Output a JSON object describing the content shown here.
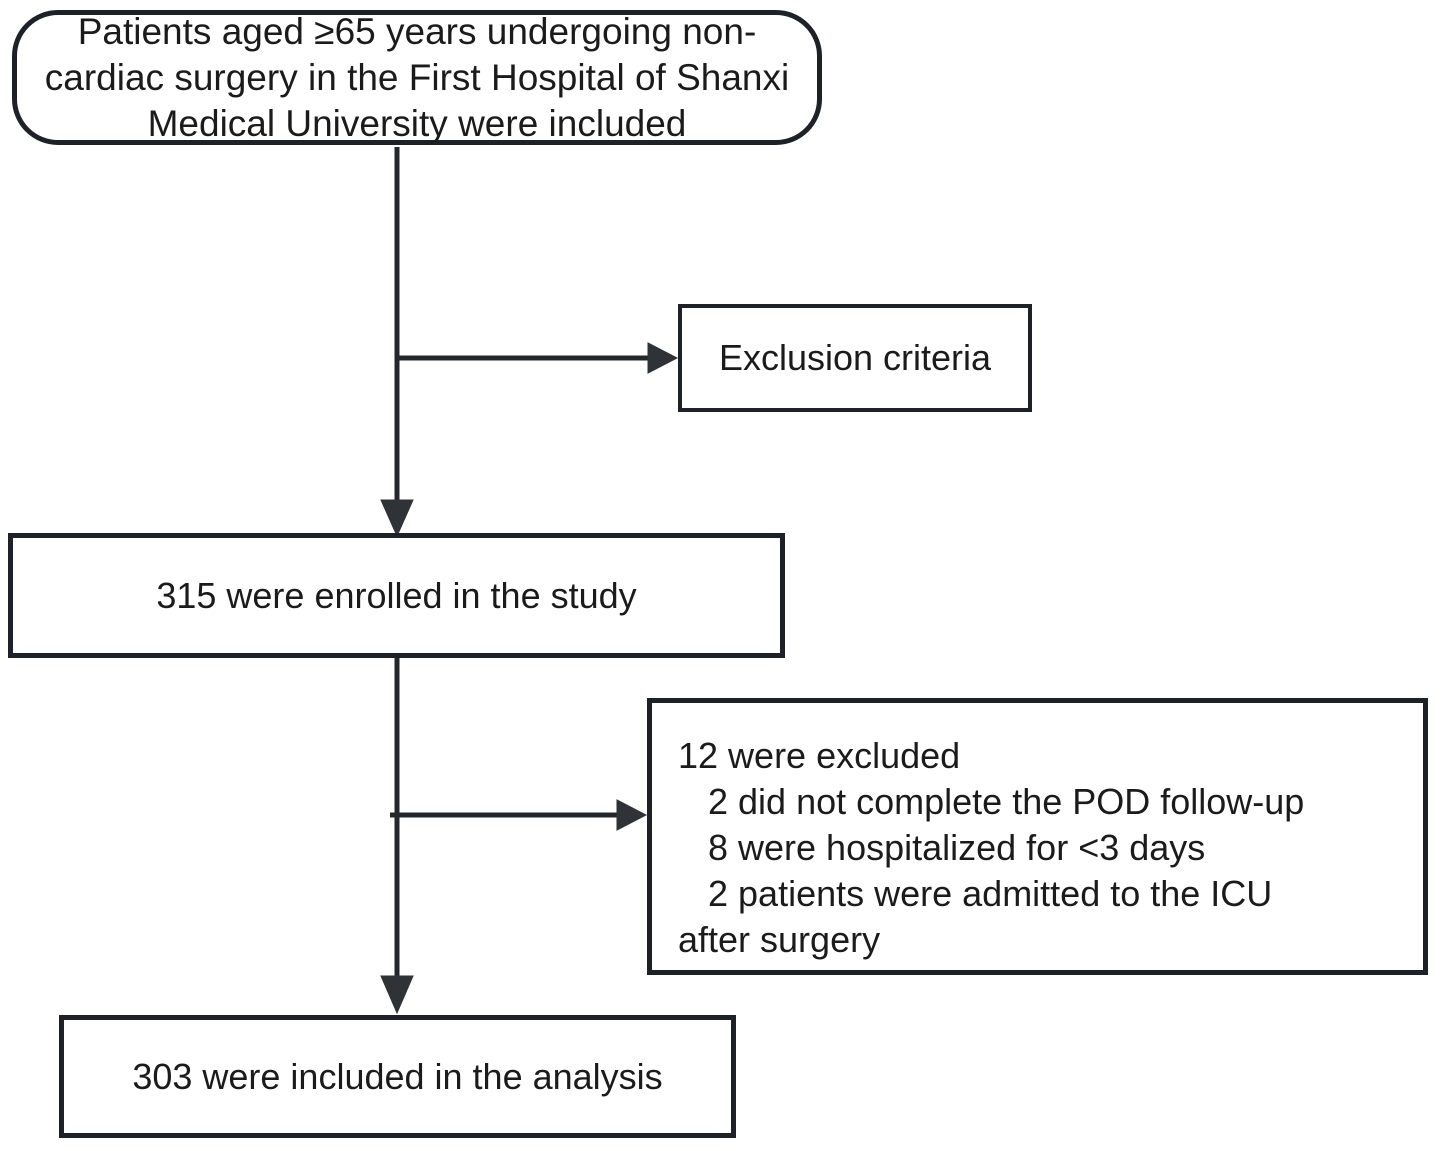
{
  "figure": {
    "colors": {
      "background": "#ffffff",
      "border": "#1e2127",
      "line": "#24272c",
      "arrow": "#2f3237",
      "text": "#1b1b1b"
    },
    "boxes": {
      "population": {
        "text": "Patients aged ≥65 years undergoing non-cardiac surgery in the First Hospital of Shanxi Medical University were included"
      },
      "exclusion_criteria": {
        "text": "Exclusion criteria"
      },
      "enrolled": {
        "text": "315 were enrolled in the study"
      },
      "excluded": {
        "lines": [
          "12 were excluded",
          "2 did not complete the POD follow-up",
          "8 were hospitalized for <3 days",
          "2 patients were admitted to the ICU",
          "after surgery"
        ]
      },
      "analysis": {
        "text": "303 were included in the analysis"
      }
    }
  }
}
